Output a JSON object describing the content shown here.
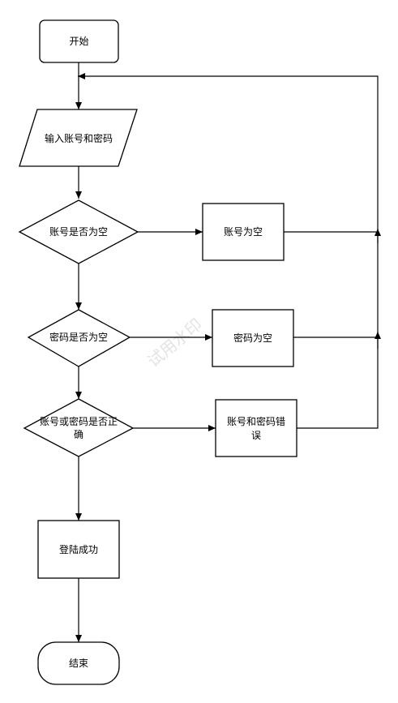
{
  "flowchart": {
    "start": "开始",
    "input": "输入账号和密码",
    "check_account_empty": "账号是否为空",
    "account_empty": "账号为空",
    "check_password_empty": "密码是否为空",
    "password_empty": "密码为空",
    "check_correct_line1": "账号或密码是否正",
    "check_correct_line2": "确",
    "wrong_line1": "账号和密码错",
    "wrong_line2": "误",
    "login_success": "登陆成功",
    "end": "结束"
  },
  "watermark": "试用水印"
}
